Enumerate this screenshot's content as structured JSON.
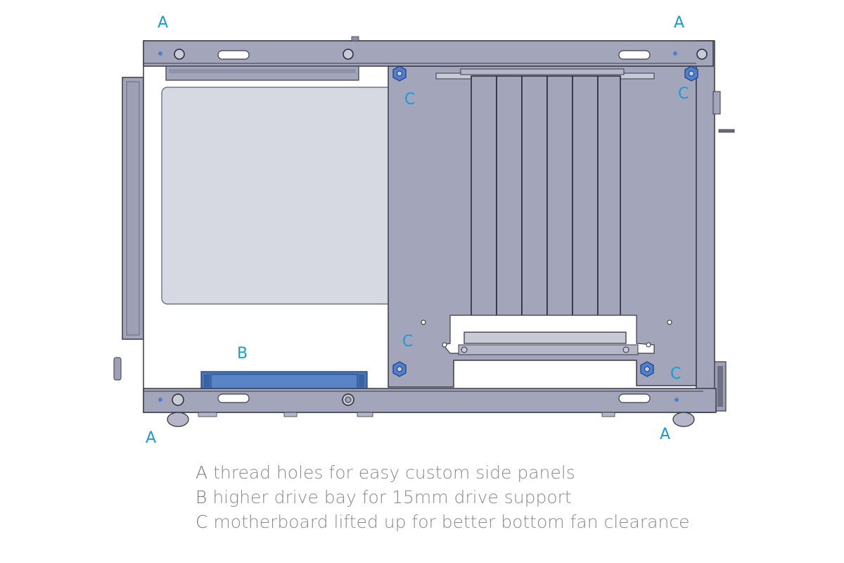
{
  "callouts": {
    "a": "A",
    "b": "B",
    "c": "C"
  },
  "legend": [
    {
      "letter": "A",
      "text": "thread holes for easy custom side panels"
    },
    {
      "letter": "B",
      "text": "higher drive bay for 15mm drive support"
    },
    {
      "letter": "C",
      "text": "motherboard lifted up for better bottom fan clearance"
    }
  ],
  "colors": {
    "chassis": "#a3a6bb",
    "chassis_dark": "#8e92a8",
    "outline": "#3a3a48",
    "drive_cage": "#d6d8e2",
    "drive_bay": "#4a74b8",
    "standoff": "#4f7fd0",
    "callout": "#1a9ad6",
    "legend_text": "#8a8a8a"
  }
}
